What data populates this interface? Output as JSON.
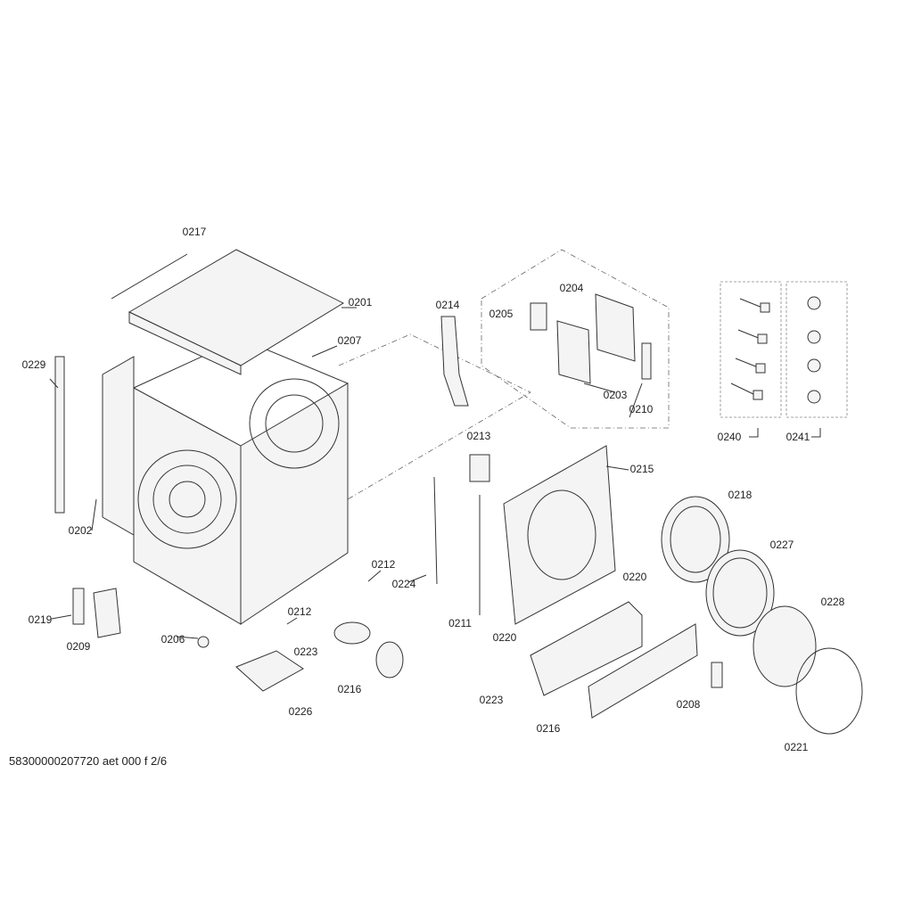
{
  "labels": [
    "0217",
    "0201",
    "0207",
    "0229",
    "0202",
    "0219",
    "0209",
    "0206",
    "0212",
    "0212",
    "0223",
    "0216",
    "0226",
    "0224",
    "0211",
    "0213",
    "0214",
    "0205",
    "0204",
    "0203",
    "0210",
    "0240",
    "0241",
    "0215",
    "0218",
    "0227",
    "0220",
    "0220",
    "0228",
    "0223",
    "0216",
    "0208",
    "0221"
  ],
  "footer": "58300000207720 aet 000 f 2/6"
}
